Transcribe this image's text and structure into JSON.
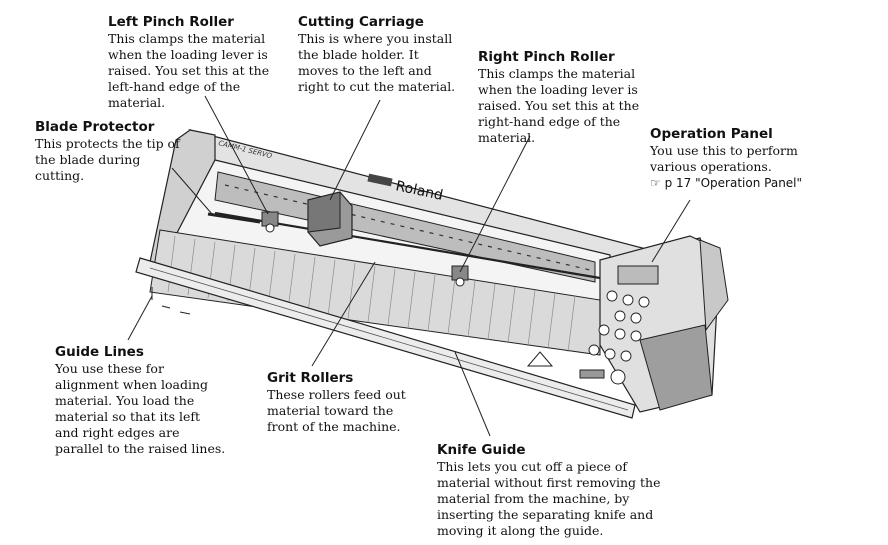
{
  "machine": {
    "brand": "Roland",
    "model": "CAMM-1 SERVO"
  },
  "callouts": {
    "left_pinch_roller": {
      "title": "Left Pinch Roller",
      "desc": "This clamps the material when the loading lever is raised. You set this at the left-hand edge of the material."
    },
    "cutting_carriage": {
      "title": "Cutting Carriage",
      "desc": "This is where you install the blade holder. It moves to the left and right to cut the material."
    },
    "right_pinch_roller": {
      "title": "Right Pinch Roller",
      "desc": "This clamps the material when the loading lever is raised. You set this at the right-hand edge of the material."
    },
    "blade_protector": {
      "title": "Blade Protector",
      "desc": "This protects the tip of the blade during cutting."
    },
    "operation_panel": {
      "title": "Operation Panel",
      "desc": "You use this to perform various operations.",
      "ref": "☞ p 17 \"Operation Panel\""
    },
    "guide_lines": {
      "title": "Guide Lines",
      "desc": "You use these for alignment when loading material. You load the material so that its left and right edges are parallel to the raised lines."
    },
    "grit_rollers": {
      "title": "Grit Rollers",
      "desc": "These rollers feed out material toward the front of the machine."
    },
    "knife_guide": {
      "title": "Knife Guide",
      "desc": "This lets you cut off a piece of material without first removing the material from the machine, by inserting the separating knife and moving it along the guide."
    }
  }
}
